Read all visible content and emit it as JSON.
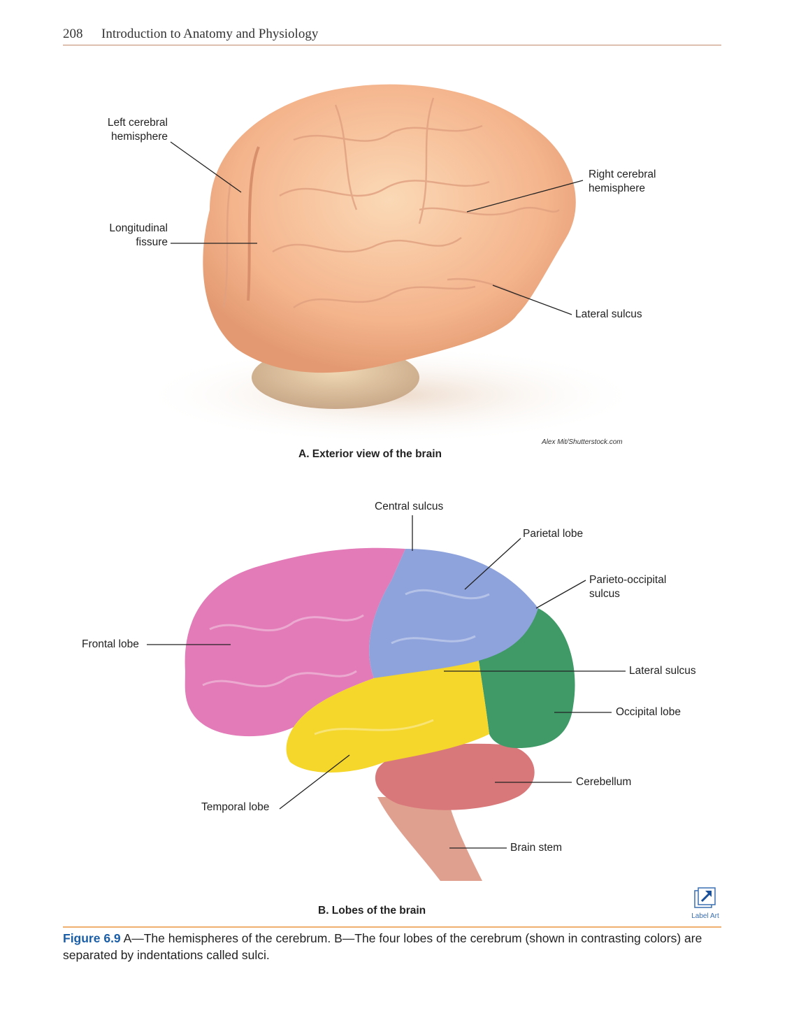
{
  "running_head": {
    "page_number": "208",
    "book_title": "Introduction to Anatomy and Physiology"
  },
  "figure_a": {
    "labels": {
      "left_cerebral_hemisphere_1": "Left cerebral",
      "left_cerebral_hemisphere_2": "hemisphere",
      "longitudinal_fissure_1": "Longitudinal",
      "longitudinal_fissure_2": "fissure",
      "right_cerebral_hemisphere_1": "Right cerebral",
      "right_cerebral_hemisphere_2": "hemisphere",
      "lateral_sulcus": "Lateral sulcus"
    },
    "credit": "Alex Mit/Shutterstock.com",
    "subcaption": "A.   Exterior view of the brain"
  },
  "figure_b": {
    "labels": {
      "central_sulcus": "Central sulcus",
      "parietal_lobe": "Parietal lobe",
      "parieto_occipital_1": "Parieto-occipital",
      "parieto_occipital_2": "sulcus",
      "frontal_lobe": "Frontal lobe",
      "lateral_sulcus": "Lateral sulcus",
      "occipital_lobe": "Occipital lobe",
      "cerebellum": "Cerebellum",
      "temporal_lobe": "Temporal lobe",
      "brain_stem": "Brain stem"
    },
    "subcaption": "B.   Lobes of the brain",
    "colors": {
      "frontal": "#e27bb8",
      "parietal": "#8ea2dc",
      "temporal": "#f5d62a",
      "occipital": "#3f9a67",
      "cerebellum": "#d9787a",
      "brain_stem": "#e0a090"
    }
  },
  "label_art": {
    "text": "Label Art"
  },
  "caption": {
    "figure_number": "Figure 6.9",
    "text": " A—The hemispheres of the cerebrum. B—The four lobes of the cerebrum (shown in contrasting colors) are separated by indentations called sulci."
  }
}
